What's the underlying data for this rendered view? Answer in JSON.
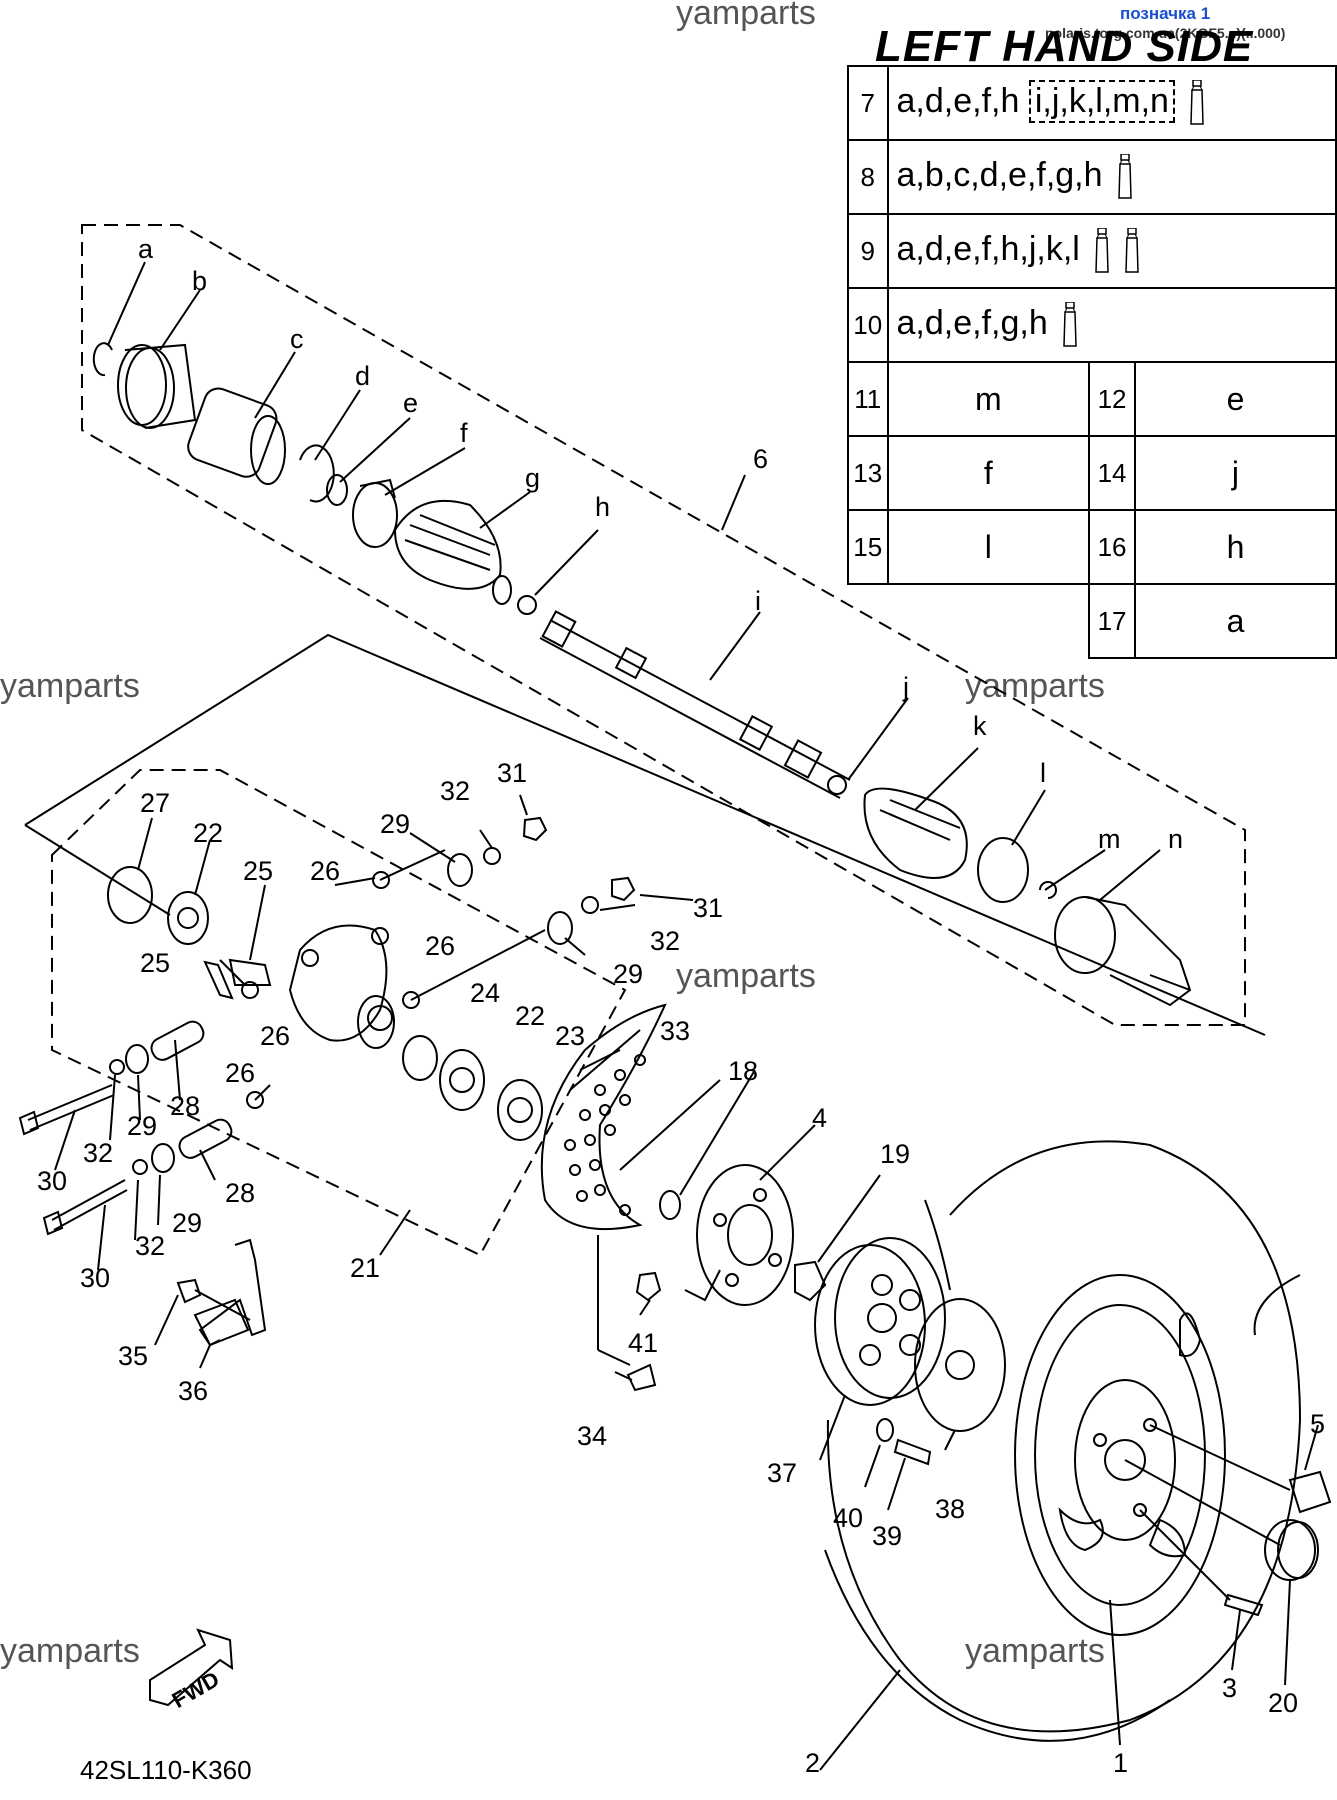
{
  "watermarks": [
    "yamparts",
    "yamparts",
    "yamparts",
    "yamparts",
    "yamparts",
    "yamparts"
  ],
  "bookmark": {
    "label": "позначка 1",
    "sublabel": "polaris.torg.com.ua(2KGF5...)(...000)"
  },
  "title": "LEFT HAND SIDE",
  "kit_rows": [
    {
      "num": "7",
      "letters": "a,d,e,f,h",
      "boxed": "i,j,k,l,m,n",
      "tubes": 1
    },
    {
      "num": "8",
      "letters": "a,b,c,d,e,f,g,h",
      "boxed": "",
      "tubes": 1
    },
    {
      "num": "9",
      "letters": "a,d,e,f,h,j,k,l",
      "boxed": "",
      "tubes": 2
    },
    {
      "num": "10",
      "letters": "a,d,e,f,g,h",
      "boxed": "",
      "tubes": 1
    }
  ],
  "pair_rows": [
    {
      "n1": "11",
      "v1": "m",
      "n2": "12",
      "v2": "e"
    },
    {
      "n1": "13",
      "v1": "f",
      "n2": "14",
      "v2": "j"
    },
    {
      "n1": "15",
      "v1": "l",
      "n2": "16",
      "v2": "h"
    },
    {
      "n1": "",
      "v1": "",
      "n2": "17",
      "v2": "a"
    }
  ],
  "callouts": {
    "a": "a",
    "b": "b",
    "c": "c",
    "d": "d",
    "e": "e",
    "f": "f",
    "g": "g",
    "h": "h",
    "i": "i",
    "j": "j",
    "k": "k",
    "l": "l",
    "m": "m",
    "n": "n",
    "n1": "1",
    "n2": "2",
    "n3": "3",
    "n4": "4",
    "n5": "5",
    "n6": "6",
    "n18": "18",
    "n19": "19",
    "n20": "20",
    "n21": "21",
    "n22a": "22",
    "n22b": "22",
    "n23": "23",
    "n24": "24",
    "n25a": "25",
    "n25b": "25",
    "n26a": "26",
    "n26b": "26",
    "n26c": "26",
    "n26d": "26",
    "n27": "27",
    "n28a": "28",
    "n28b": "28",
    "n29a": "29",
    "n29b": "29",
    "n29c": "29",
    "n29d": "29",
    "n30a": "30",
    "n30b": "30",
    "n31a": "31",
    "n31b": "31",
    "n32a": "32",
    "n32b": "32",
    "n32c": "32",
    "n32d": "32",
    "n33": "33",
    "n34": "34",
    "n35": "35",
    "n36": "36",
    "n37": "37",
    "n38": "38",
    "n39": "39",
    "n40": "40",
    "n41": "41"
  },
  "fwd_label": "FWD",
  "part_code": "42SL110-K360"
}
